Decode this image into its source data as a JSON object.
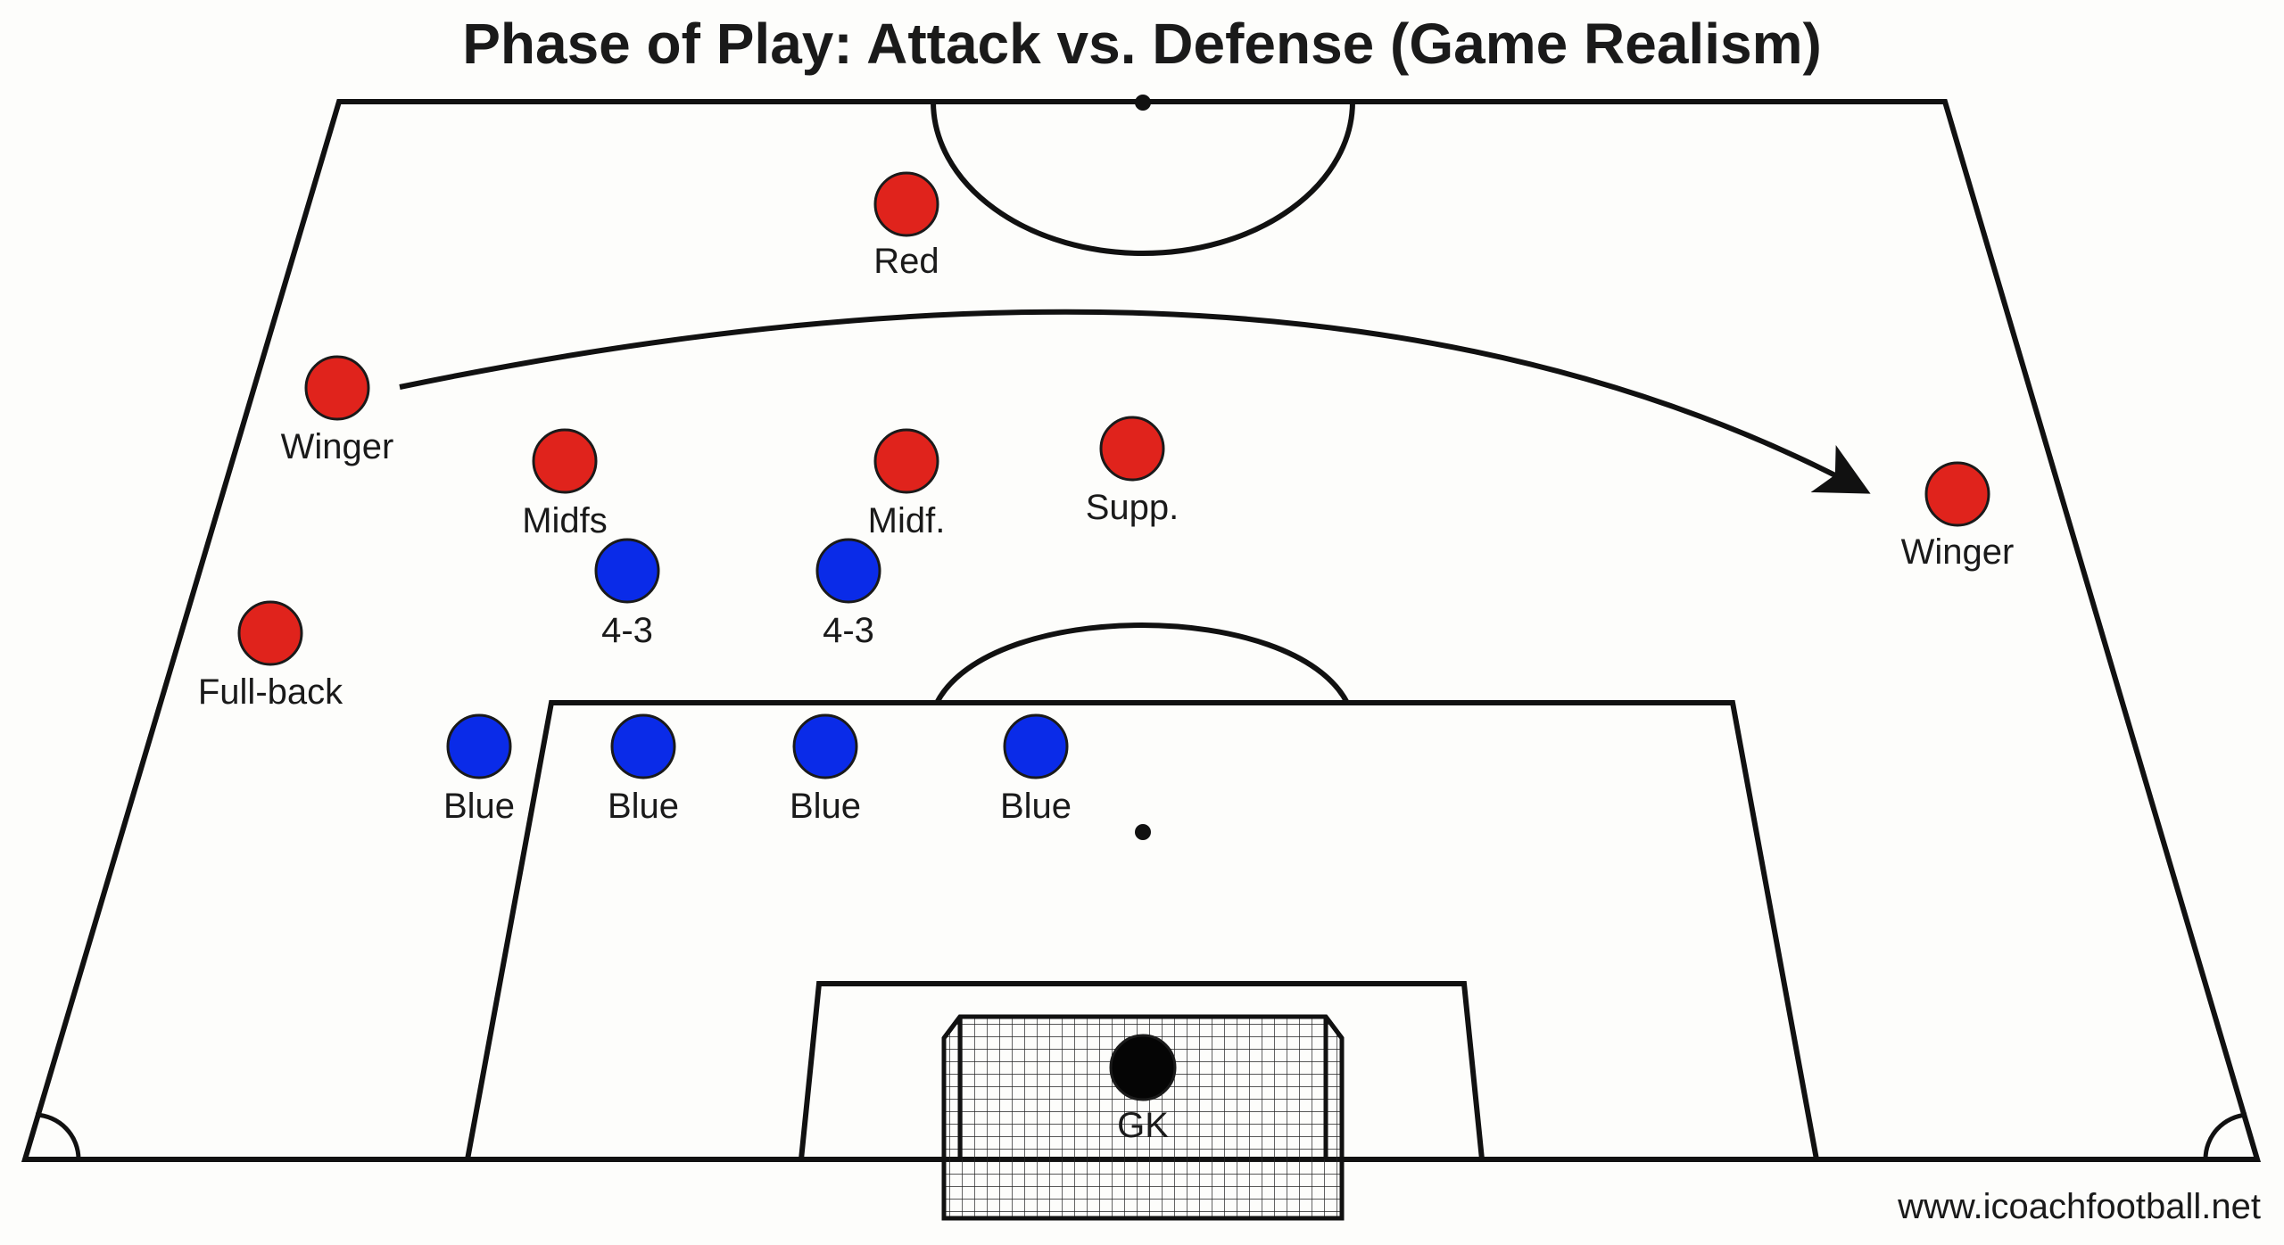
{
  "title": "Phase of Play: Attack vs. Defense (Game Realism)",
  "watermark": "www.icoachfootball.net",
  "colors": {
    "red_team": "#e0231c",
    "blue_team": "#0a2be8",
    "goalkeeper": "#050505",
    "lines": "#111111",
    "background": "#fdfdfb"
  },
  "players": {
    "red_top": {
      "label": "Red",
      "team": "red"
    },
    "winger_left": {
      "label": "Winger",
      "team": "red"
    },
    "midfs": {
      "label": "Midfs",
      "team": "red"
    },
    "midf": {
      "label": "Midf.",
      "team": "red"
    },
    "supp": {
      "label": "Supp.",
      "team": "red"
    },
    "winger_right": {
      "label": "Winger",
      "team": "red"
    },
    "full_back": {
      "label": "Full-back",
      "team": "red"
    },
    "blue_mid_1": {
      "label": "4-3",
      "team": "blue"
    },
    "blue_mid_2": {
      "label": "4-3",
      "team": "blue"
    },
    "blue_def_1": {
      "label": "Blue",
      "team": "blue"
    },
    "blue_def_2": {
      "label": "Blue",
      "team": "blue"
    },
    "blue_def_3": {
      "label": "Blue",
      "team": "blue"
    },
    "blue_def_4": {
      "label": "Blue",
      "team": "blue"
    },
    "goalkeeper": {
      "label": "GK",
      "team": "gk"
    }
  },
  "arrow": {
    "from": "winger_left",
    "to": "winger_right",
    "type": "switch-of-play"
  }
}
